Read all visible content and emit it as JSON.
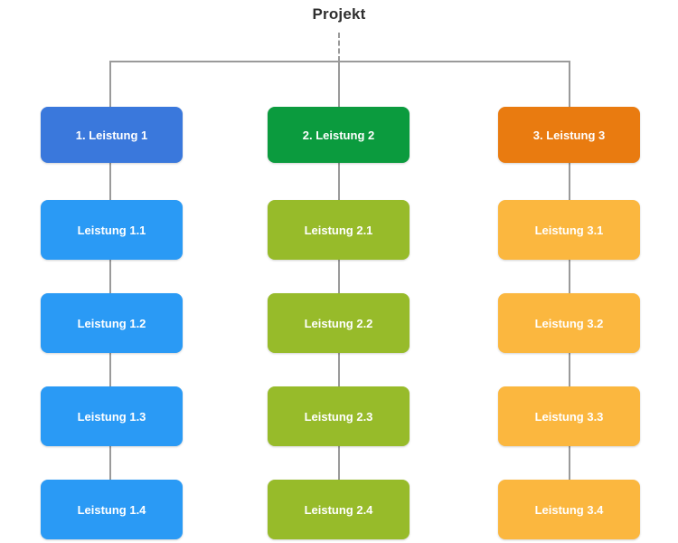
{
  "title": "Projekt",
  "colors": {
    "connector": "#9a9a9a",
    "title_text": "#2f2f2f",
    "background": "#ffffff",
    "node_text": "#ffffff",
    "stream1_header": "#3a78dc",
    "stream1_sub": "#2a9af5",
    "stream2_header": "#0b9b3e",
    "stream2_sub": "#97bb2a",
    "stream3_header": "#e97b10",
    "stream3_sub": "#fbb73f"
  },
  "chart_data": {
    "type": "diagram",
    "title": "Projekt",
    "layout": "work-breakdown-structure",
    "root": "Projekt",
    "columns": 3,
    "rows_per_column": 5
  },
  "streams": [
    {
      "header": "1. Leistung 1",
      "header_color": "#3a78dc",
      "sub_color": "#2a9af5",
      "children": [
        "Leistung 1.1",
        "Leistung 1.2",
        "Leistung 1.3",
        "Leistung 1.4"
      ]
    },
    {
      "header": "2. Leistung 2",
      "header_color": "#0b9b3e",
      "sub_color": "#97bb2a",
      "children": [
        "Leistung 2.1",
        "Leistung 2.2",
        "Leistung 2.3",
        "Leistung 2.4"
      ]
    },
    {
      "header": "3. Leistung 3",
      "header_color": "#e97b10",
      "sub_color": "#fbb73f",
      "children": [
        "Leistung 3.1",
        "Leistung 3.2",
        "Leistung 3.3",
        "Leistung 3.4"
      ]
    }
  ]
}
